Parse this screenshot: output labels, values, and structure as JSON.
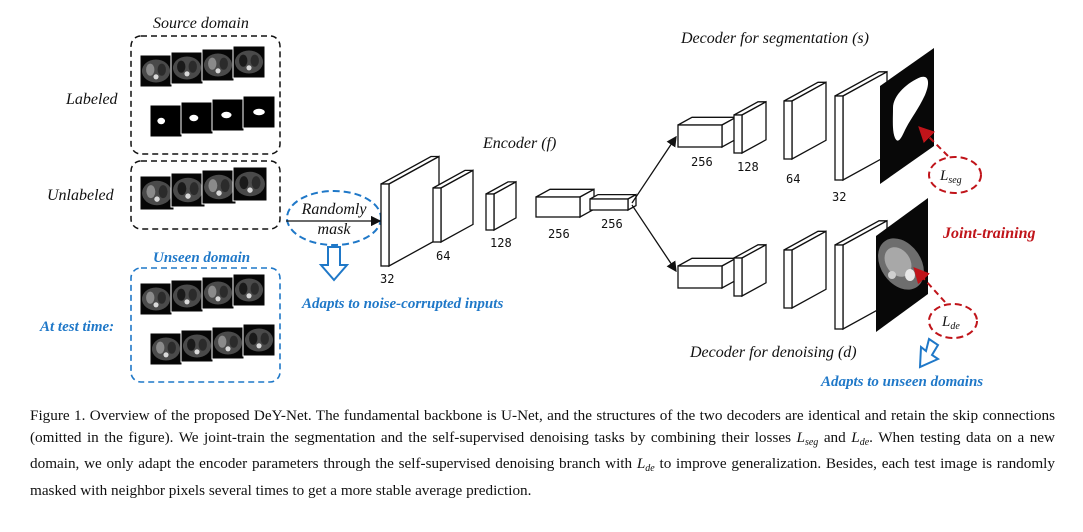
{
  "labels": {
    "source_domain": "Source domain",
    "labeled": "Labeled",
    "unlabeled": "Unlabeled",
    "unseen_domain": "Unseen domain",
    "at_test_time": "At test time:",
    "randomly": "Randomly",
    "mask": "mask",
    "adapts_noise": "Adapts to noise-corrupted inputs",
    "encoder": "Encoder (f)",
    "decoder_seg": "Decoder for segmentation (s)",
    "decoder_den": "Decoder for denoising (d)",
    "joint_training": "Joint-training",
    "adapts_unseen": "Adapts to unseen domains",
    "loss_base": "L",
    "loss_seg_sub": "seg",
    "loss_de_sub": "de"
  },
  "encoder_channels": [
    "32",
    "64",
    "128",
    "256",
    "256"
  ],
  "decoder_seg_channels": [
    "256",
    "128",
    "64",
    "32"
  ],
  "colors": {
    "blue": "#1f78c8",
    "red": "#c0141a",
    "black": "#111111"
  },
  "caption": {
    "p1": "Figure 1. Overview of the proposed DeY-Net. The fundamental backbone is U-Net, and the structures of the two decoders are identical and retain the skip connections (omitted in the figure). We joint-train the segmentation and the self-supervised denoising tasks by combining their losses ",
    "lseg_base": "L",
    "lseg_sub": "seg",
    "p2": " and ",
    "lde_base": "L",
    "lde_sub": "de",
    "p3": ". When testing data on a new domain, we only adapt the encoder parameters through the self-supervised denoising branch with ",
    "lde2_base": "L",
    "lde2_sub": "de",
    "p4": " to improve generalization. Besides, each test image is randomly masked with neighbor pixels several times to get a more stable average prediction."
  }
}
